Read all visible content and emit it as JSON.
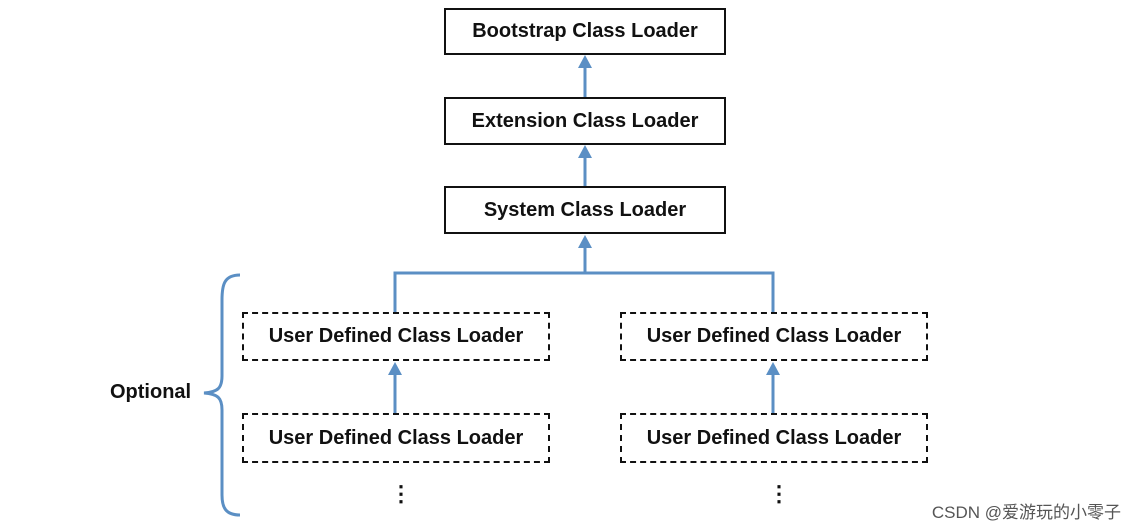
{
  "diagram": {
    "bootstrap_label": "Bootstrap Class Loader",
    "extension_label": "Extension Class Loader",
    "system_label": "System Class Loader",
    "user_defined": [
      {
        "top_label": "User Defined Class Loader",
        "bottom_label": "User Defined Class Loader"
      },
      {
        "top_label": "User Defined Class Loader",
        "bottom_label": "User Defined Class Loader"
      }
    ],
    "optional_label": "Optional",
    "continuation_symbol": "⋮",
    "arrow_color": "#5b8fc4"
  },
  "watermark": "CSDN @爱游玩的小零子"
}
